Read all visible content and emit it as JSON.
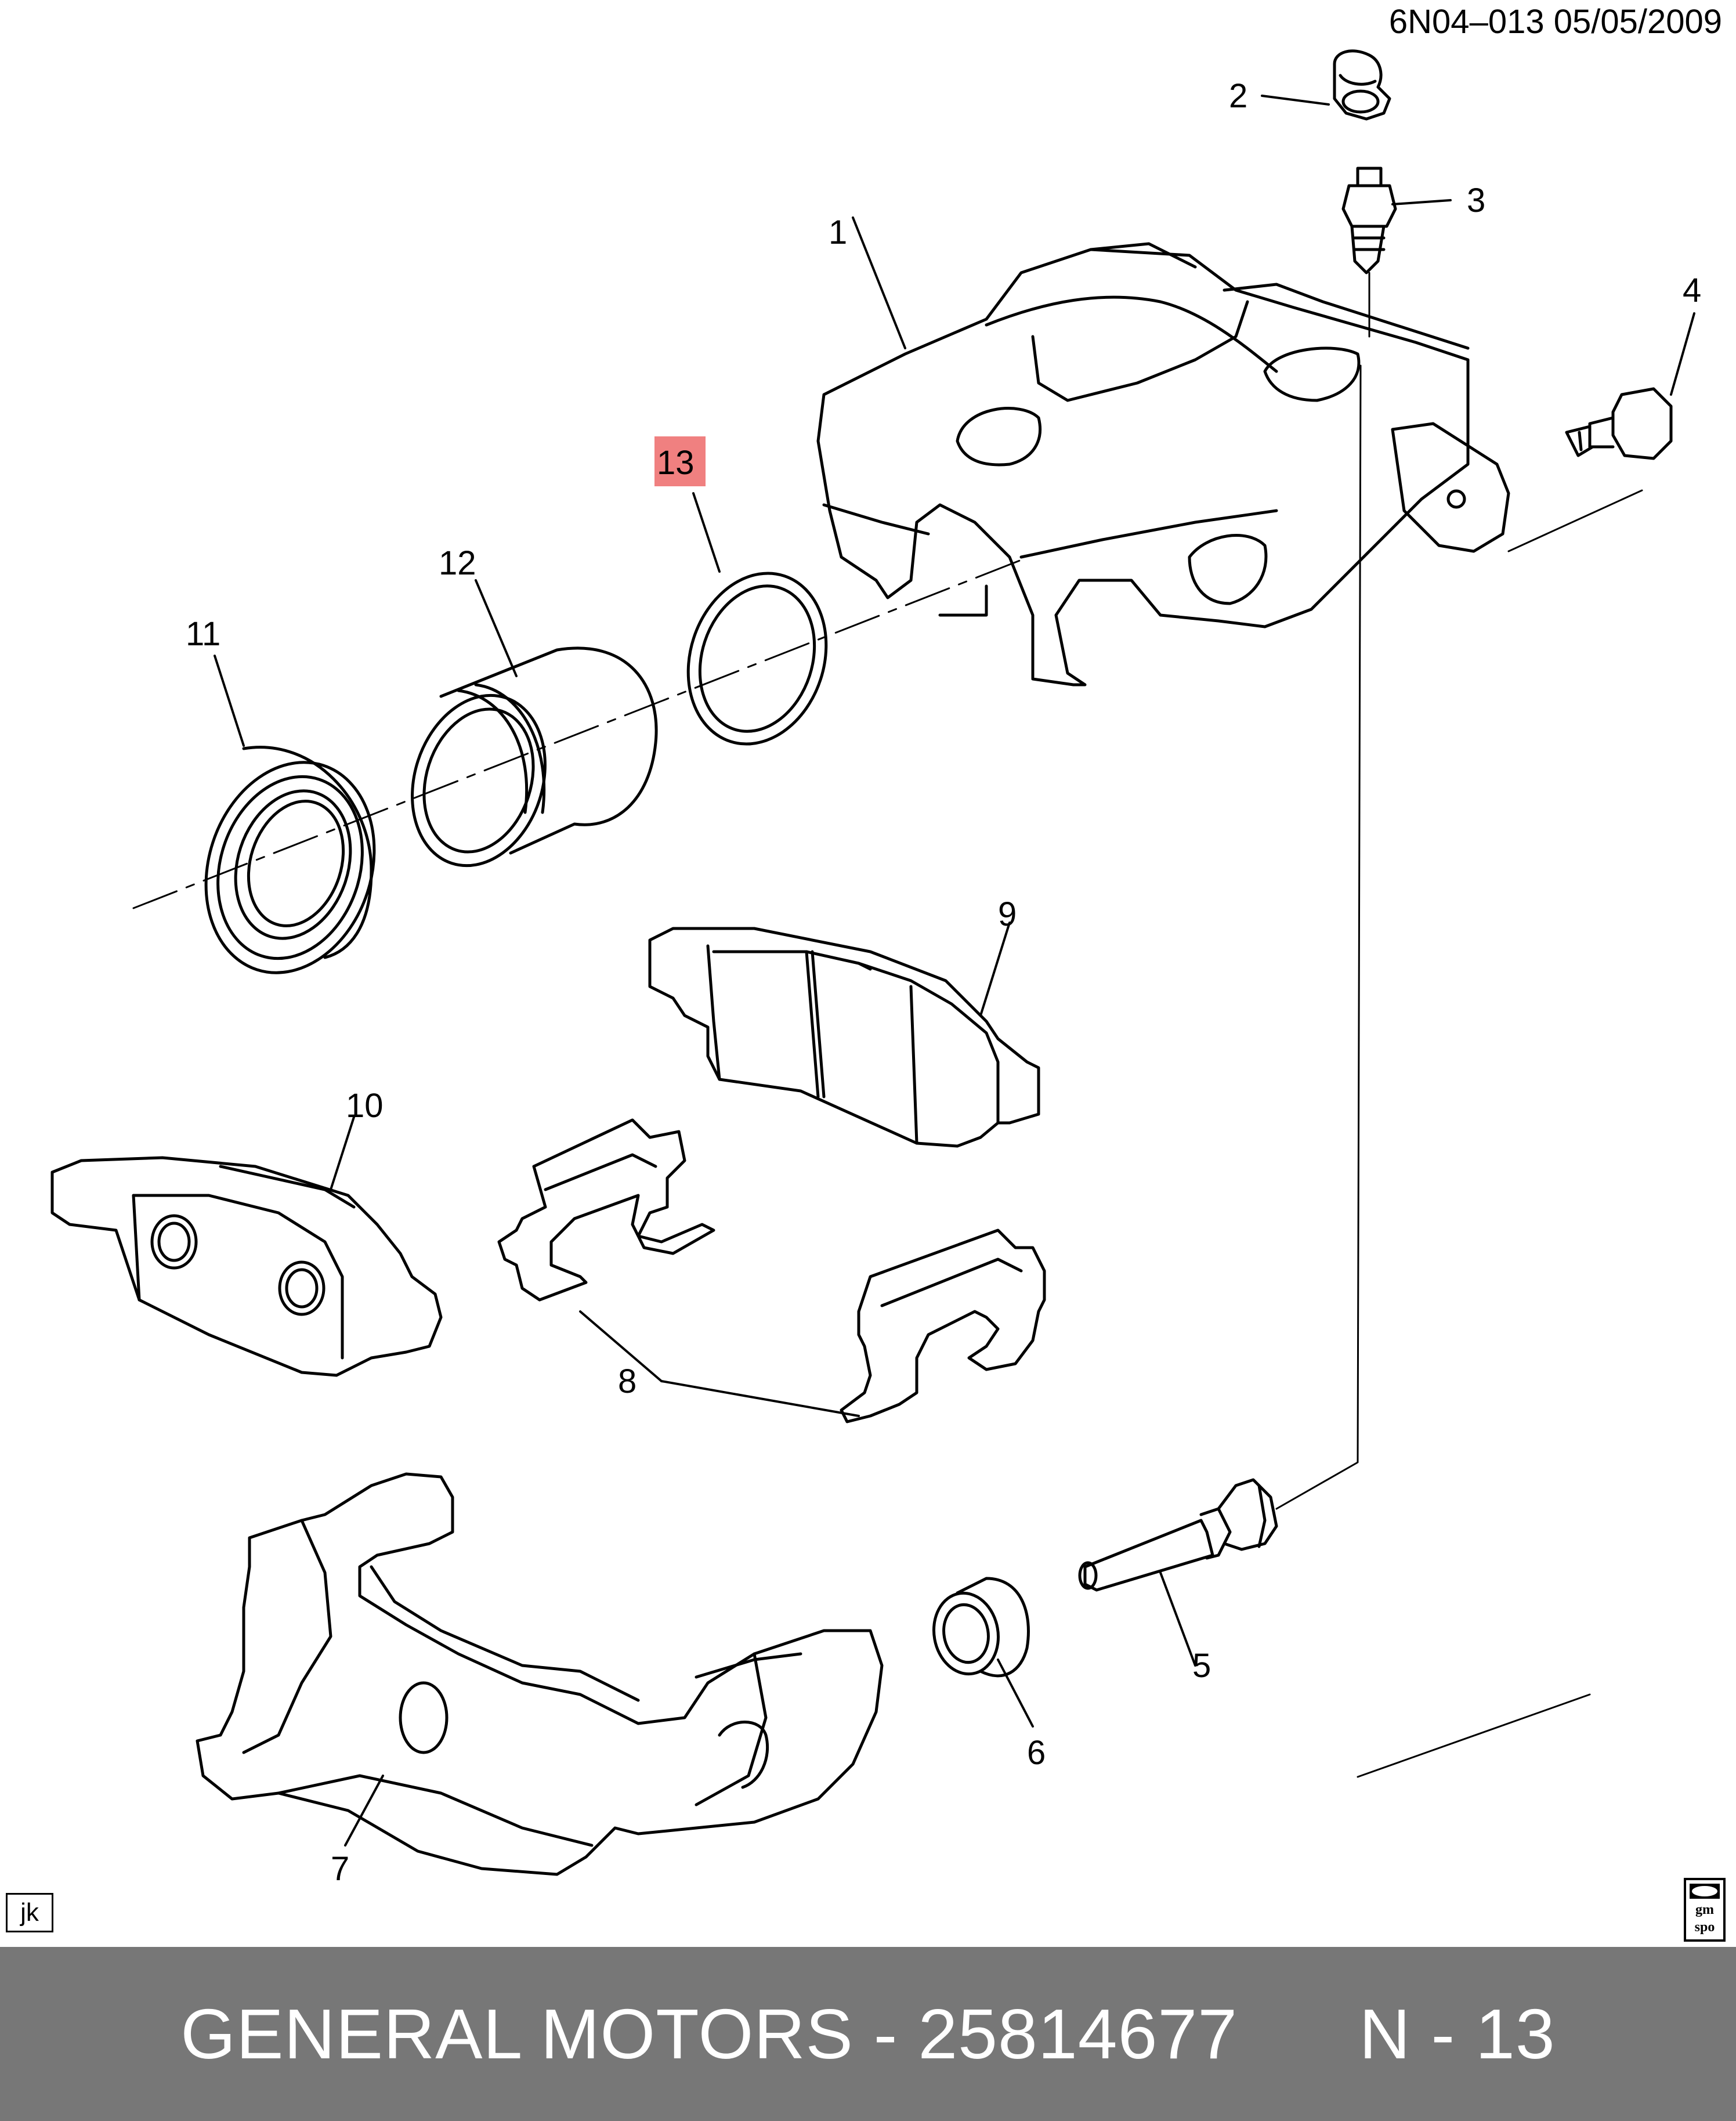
{
  "header": {
    "doc_id": "6N04–013  05/05/2009"
  },
  "callouts": [
    {
      "num": "1"
    },
    {
      "num": "2"
    },
    {
      "num": "3"
    },
    {
      "num": "4"
    },
    {
      "num": "5"
    },
    {
      "num": "6"
    },
    {
      "num": "7"
    },
    {
      "num": "8"
    },
    {
      "num": "9"
    },
    {
      "num": "10"
    },
    {
      "num": "11"
    },
    {
      "num": "12"
    },
    {
      "num": "13"
    }
  ],
  "highlight": {
    "callout": "13",
    "color": "#f08080"
  },
  "initials": "jk",
  "logo_text": [
    "gm",
    "spo"
  ],
  "footer": {
    "text": "GENERAL MOTORS - 25814677      N - 13",
    "bg_color": "#777777"
  }
}
